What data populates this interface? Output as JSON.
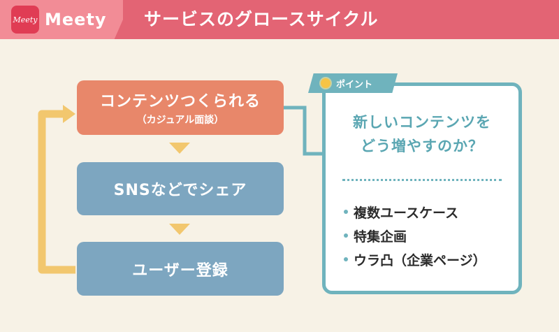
{
  "header": {
    "logo_text": "Meety",
    "brand": "Meety",
    "title": "サービスのグロースサイクル"
  },
  "flow": {
    "step1": {
      "label": "コンテンツつくられる",
      "sub": "（カジュアル面談）"
    },
    "step2": {
      "label": "SNSなどでシェア"
    },
    "step3": {
      "label": "ユーザー登録"
    }
  },
  "point": {
    "tag": "ポイント",
    "question_line1": "新しいコンテンツを",
    "question_line2": "どう増やすのか？",
    "items": [
      "複数ユースケース",
      "特集企画",
      "ウラ凸（企業ページ）"
    ]
  },
  "colors": {
    "header": "#e36474",
    "brand_block": "#f28c96",
    "step_primary": "#e8876a",
    "step_secondary": "#7da6c0",
    "accent_teal": "#6fb3bd",
    "arrow_yellow": "#f2c76e",
    "background": "#f7f2e6"
  }
}
